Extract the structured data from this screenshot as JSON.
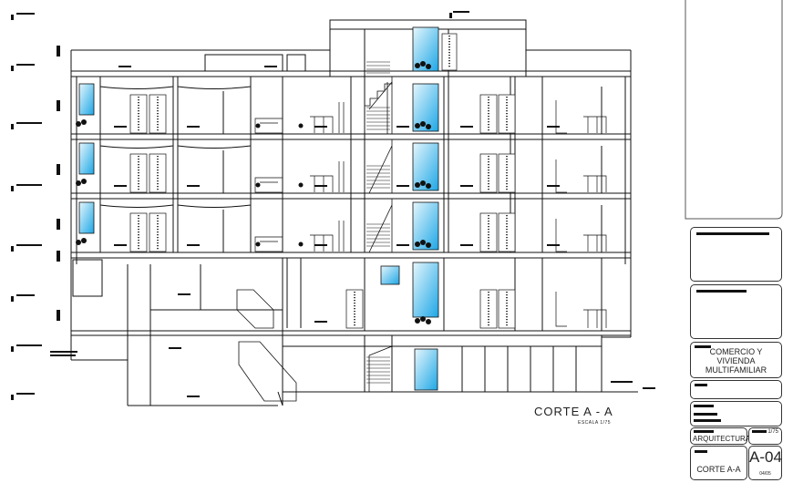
{
  "section": {
    "title": "CORTE A - A",
    "scale": "ESCALA 1/75"
  },
  "title_block": {
    "project_lines": [
      "COMERCIO Y",
      "VIVIENDA",
      "MULTIFAMILIAR"
    ],
    "discipline": "ARQUITECTURA",
    "ratio": "1/75",
    "sheet_name": "CORTE A-A",
    "sheet_number": "A-04",
    "sheet_count": "04/05"
  },
  "colors": {
    "line": "#111111",
    "glass_light": "#e6f6fc",
    "glass_dark": "#1ea7e6"
  }
}
